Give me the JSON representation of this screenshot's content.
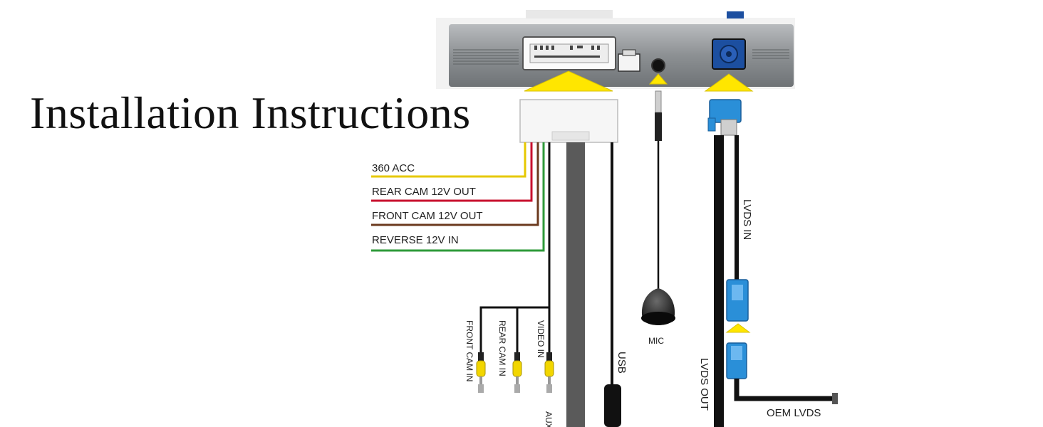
{
  "title": "Installation Instructions",
  "wires": {
    "acc": "360 ACC",
    "rear_cam_12v": "REAR CAM 12V OUT",
    "front_cam_12v": "FRONT CAM 12V OUT",
    "reverse_12v": "REVERSE 12V IN"
  },
  "rca": {
    "front_cam_in": "FRONT CAM IN",
    "rear_cam_in": "REAR CAM IN",
    "video_in": "VIDEO IN"
  },
  "aux": "AUX",
  "usb": "USB",
  "mic": "MIC",
  "lvds_in": "LVDS IN",
  "lvds_out": "LVDS OUT",
  "oem_lvds": "OEM LVDS",
  "colors": {
    "acc": "#e6c800",
    "rear_cam_12v": "#c8102e",
    "front_cam_12v": "#6b3a1e",
    "reverse_12v": "#2e9a3a",
    "arrow": "#ffe600",
    "lvds_connector": "#2a8fd8",
    "rca_plug": "#f2d600",
    "box": "#8e9295"
  }
}
